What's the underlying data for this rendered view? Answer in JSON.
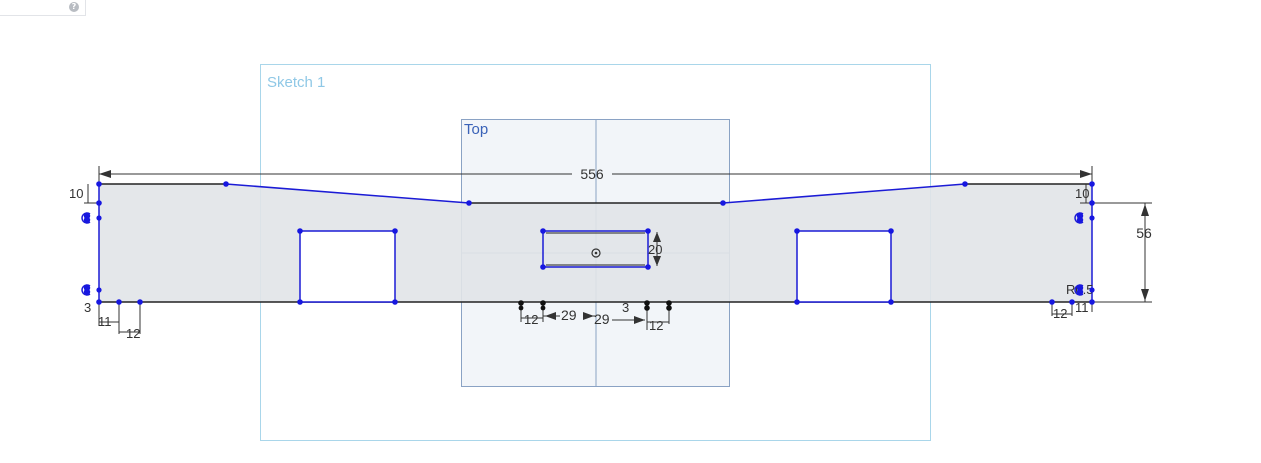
{
  "toolbar": {
    "help_icon_glyph": "?"
  },
  "frames": {
    "sketch_label": "Sketch 1",
    "plane_label": "Top"
  },
  "dimensions": {
    "overall_width": "556",
    "height": "56",
    "left_top_offset": "10",
    "right_top_offset": "10",
    "left_bottom_offset": "3",
    "center_bottom_offset": "3",
    "slot_height": "20",
    "left_gap_a": "11",
    "left_gap_b": "12",
    "center_left_width": "12",
    "center_left_distance": "29",
    "center_right_distance": "29",
    "center_right_width": "12",
    "right_gap_a": "12",
    "right_gap_b": "11",
    "radius": "R0.5"
  },
  "colors": {
    "sketch_frame": "#a9d6ea",
    "sketch_label": "#8fc8e6",
    "plane_fill": "#eef2f7",
    "plane_stroke": "#8aa2c4",
    "plane_label": "#3a62b8",
    "profile_fill": "#e1e4e8",
    "geometry_blue": "#1b1bd6",
    "point_blue": "#1717e0",
    "edge_dark": "#222222"
  }
}
